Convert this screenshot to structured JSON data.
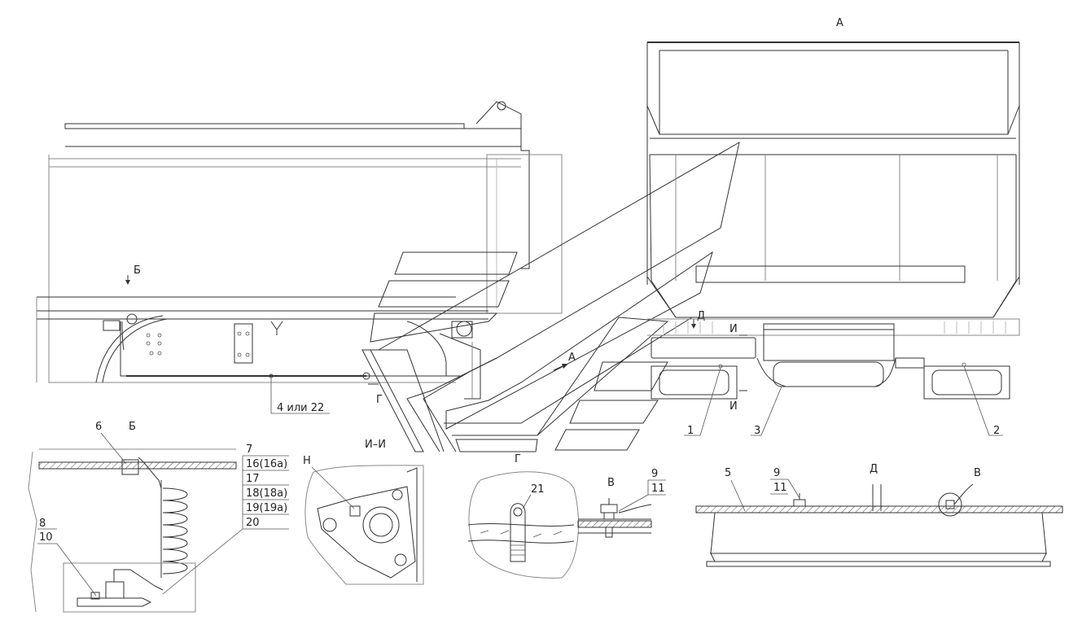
{
  "views": {
    "view_a": "А",
    "view_b": "Б",
    "view_g": "Г",
    "view_d": "Д",
    "section_ii": "И–И",
    "section_i": "И",
    "view_v": "В",
    "node_n": "Н"
  },
  "callouts": {
    "wire_main": "4 или 22",
    "p1": "1",
    "p2": "2",
    "p3": "3",
    "p5": "5",
    "p6": "6",
    "p7": "7",
    "p8": "8",
    "p9": "9",
    "p10": "10",
    "p11": "11",
    "p16": "16(16а)",
    "p17": "17",
    "p18": "18(18а)",
    "p19": "19(19а)",
    "p20": "20",
    "p21": "21"
  }
}
